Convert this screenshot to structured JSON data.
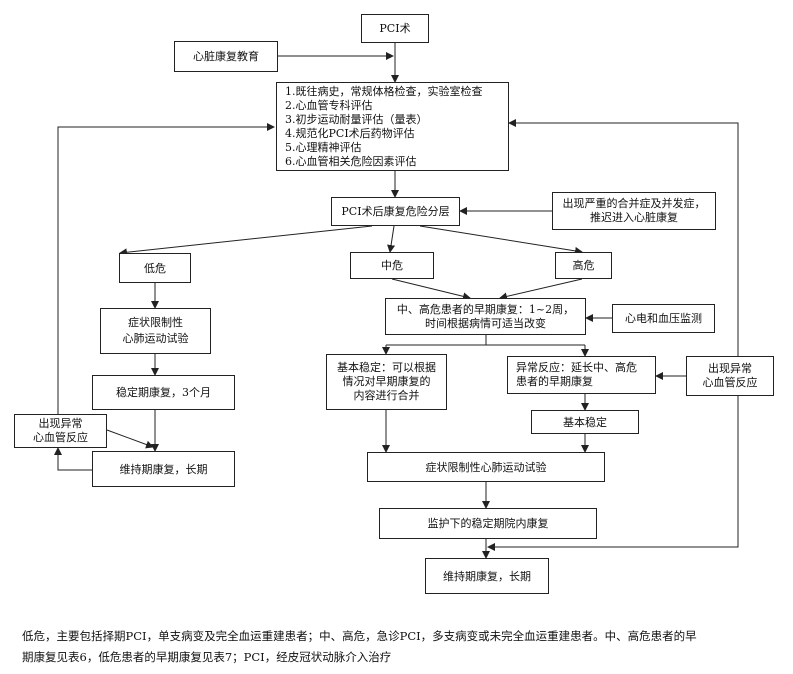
{
  "nodes": {
    "pci": "PCI术",
    "education": "心脏康复教育",
    "assessment": "1.既往病史，常规体格检查，实验室检查\n2.心血管专科评估\n3.初步运动耐量评估（量表）\n4.规范化PCI术后药物评估\n5.心理精神评估\n6.心血管相关危险因素评估",
    "risk_strat": "PCI术后康复危险分层",
    "severe_complication": "出现严重的合并症及并发症，\n推迟进入心脏康复",
    "low_risk": "低危",
    "mid_risk": "中危",
    "high_risk": "高危",
    "early_rehab_mh": "中、高危患者的早期康复：1~2周，\n时间根据病情可适当改变",
    "ecg_bp": "心电和血压监测",
    "symptom_test_low": "症状限制性\n心肺运动试验",
    "stable_3m": "稳定期康复，3个月",
    "abnormal_left": "出现异常\n心血管反应",
    "maintain_left": "维持期康复，长期",
    "basic_stable_merge": "基本稳定：可以根据\n情况对早期康复的\n内容进行合并",
    "abnormal_extend": "异常反应：延长中、高危\n患者的早期康复",
    "abnormal_right": "出现异常\n心血管反应",
    "basic_stable": "基本稳定",
    "symptom_test_main": "症状限制性心肺运动试验",
    "monitored_rehab": "监护下的稳定期院内康复",
    "maintain_final": "维持期康复，长期"
  },
  "caption": "低危，主要包括择期PCI，单支病变及完全血运重建患者；中、高危，急诊PCI，多支病变或未完全血运重建患者。中、高危患者的早\n期康复见表6，低危患者的早期康复见表7；PCI，经皮冠状动脉介入治疗"
}
